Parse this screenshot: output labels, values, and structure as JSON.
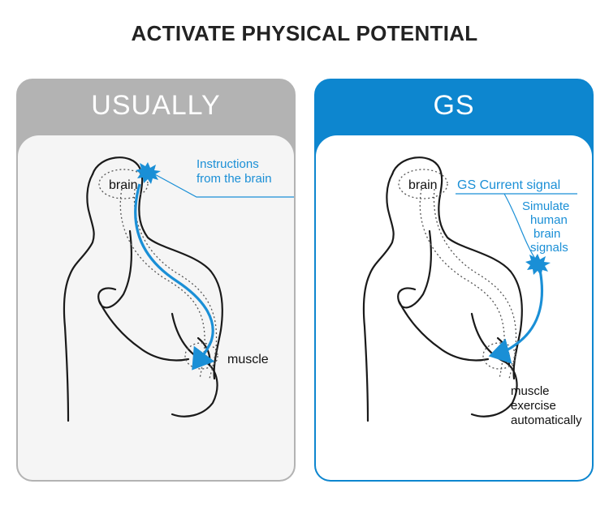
{
  "title": "ACTIVATE PHYSICAL POTENTIAL",
  "colors": {
    "accent_blue": "#0d86cf",
    "panel_gray": "#b3b3b3",
    "signal_blue": "#1a8fd6",
    "outline": "#1a1a1a"
  },
  "usually": {
    "header": "USUALLY",
    "brain_label": "brain",
    "instruction_line1": "Instructions",
    "instruction_line2": "from the brain",
    "muscle_label": "muscle"
  },
  "gs": {
    "header": "GS",
    "brain_label": "brain",
    "signal_label": "GS Current signal",
    "simulate_line1": "Simulate",
    "simulate_line2": "human",
    "simulate_line3": "brain",
    "simulate_line4": "signals",
    "muscle_line1": "muscle",
    "muscle_line2": "exercise",
    "muscle_line3": "automatically"
  }
}
